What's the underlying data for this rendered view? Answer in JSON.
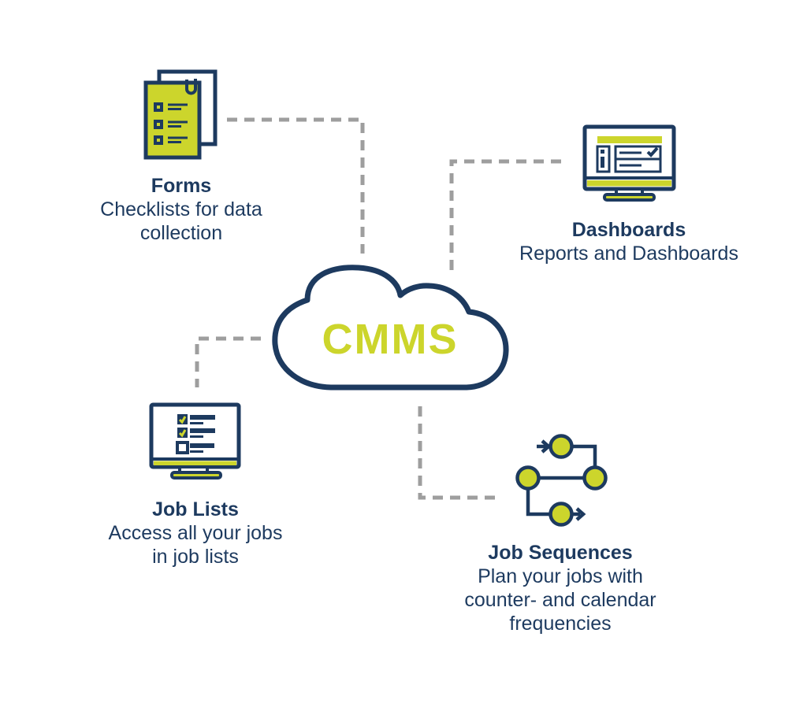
{
  "diagram": {
    "center": {
      "label": "CMMS",
      "icon": "cloud-icon"
    },
    "nodes": {
      "forms": {
        "title": "Forms",
        "desc_lines": [
          "Checklists for data",
          "collection"
        ],
        "icon": "checklist-document-icon"
      },
      "dashboards": {
        "title": "Dashboards",
        "desc_lines": [
          "Reports and Dashboards"
        ],
        "icon": "dashboard-monitor-icon"
      },
      "job_lists": {
        "title": "Job Lists",
        "desc_lines": [
          "Access all your jobs",
          "in job lists"
        ],
        "icon": "job-list-monitor-icon"
      },
      "job_sequences": {
        "title": "Job Sequences",
        "desc_lines": [
          "Plan your jobs with",
          "counter- and calendar",
          "frequencies"
        ],
        "icon": "flow-sequence-icon"
      }
    },
    "colors": {
      "navy": "#1d3a5f",
      "yellow": "#ccd52c",
      "connector_gray": "#9e9e9e",
      "background": "#ffffff"
    }
  }
}
